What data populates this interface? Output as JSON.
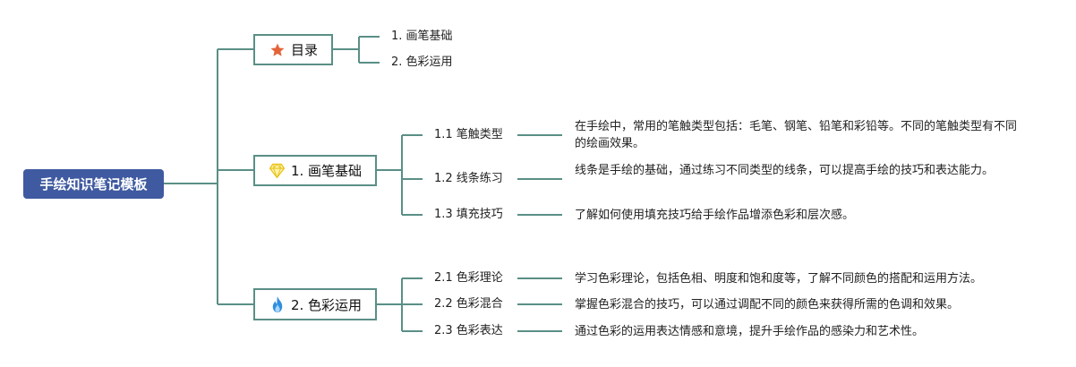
{
  "root": {
    "label": "手绘知识笔记模板"
  },
  "branches": {
    "toc": {
      "label": "目录",
      "icon": "star-icon",
      "items": [
        "1. 画笔基础",
        "2. 色彩运用"
      ]
    },
    "draw": {
      "label": "1. 画笔基础",
      "icon": "gem-icon",
      "items": [
        {
          "title": "1.1 笔触类型",
          "desc": "在手绘中，常用的笔触类型包括：毛笔、钢笔、铅笔和彩铅等。不同的笔触类型有不同的绘画效果。"
        },
        {
          "title": "1.2 线条练习",
          "desc": "线条是手绘的基础，通过练习不同类型的线条，可以提高手绘的技巧和表达能力。"
        },
        {
          "title": "1.3 填充技巧",
          "desc": "了解如何使用填充技巧给手绘作品增添色彩和层次感。"
        }
      ]
    },
    "color": {
      "label": "2. 色彩运用",
      "icon": "fire-icon",
      "items": [
        {
          "title": "2.1 色彩理论",
          "desc": "学习色彩理论，包括色相、明度和饱和度等，了解不同颜色的搭配和运用方法。"
        },
        {
          "title": "2.2 色彩混合",
          "desc": "掌握色彩混合的技巧，可以通过调配不同的颜色来获得所需的色调和效果。"
        },
        {
          "title": "2.3 色彩表达",
          "desc": "通过色彩的运用表达情感和意境，提升手绘作品的感染力和艺术性。"
        }
      ]
    }
  },
  "colors": {
    "root_fill": "#3f5aa0",
    "connector": "#5a8f86"
  }
}
